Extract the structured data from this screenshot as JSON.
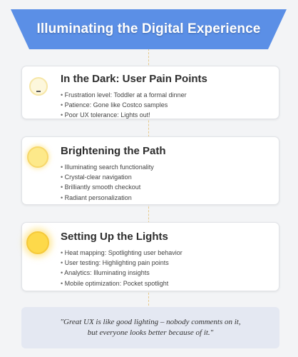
{
  "banner": {
    "title": "Illuminating the Digital Experience",
    "color": "#5b8fe6"
  },
  "sections": [
    {
      "title": "In the Dark: User Pain Points",
      "icon": "dim-bulb-icon",
      "items": [
        "Frustration level: Toddler at a formal dinner",
        "Patience: Gone like Costco samples",
        "Poor UX tolerance: Lights out!"
      ]
    },
    {
      "title": "Brightening the Path",
      "icon": "glowing-bulb-icon",
      "items": [
        "Illuminating search functionality",
        "Crystal-clear navigation",
        "Brilliantly smooth checkout",
        "Radiant personalization"
      ]
    },
    {
      "title": "Setting Up the Lights",
      "icon": "bright-bulb-icon",
      "items": [
        "Heat mapping: Spotlighting user behavior",
        "User testing: Highlighting pain points",
        "Analytics: Illuminating insights",
        "Mobile optimization: Pocket spotlight"
      ]
    }
  ],
  "quote": {
    "line1": "\"Great UX is like good lighting – nobody comments on it,",
    "line2": "but everyone looks better because of it.\""
  },
  "colors": {
    "background": "#f3f4f6",
    "connector": "#e6c98a",
    "bulb_dim": "#fdf7dc",
    "bulb_mid": "#fde98a",
    "bulb_bright": "#fdd94a",
    "quote_bg": "#e4e8f2"
  }
}
